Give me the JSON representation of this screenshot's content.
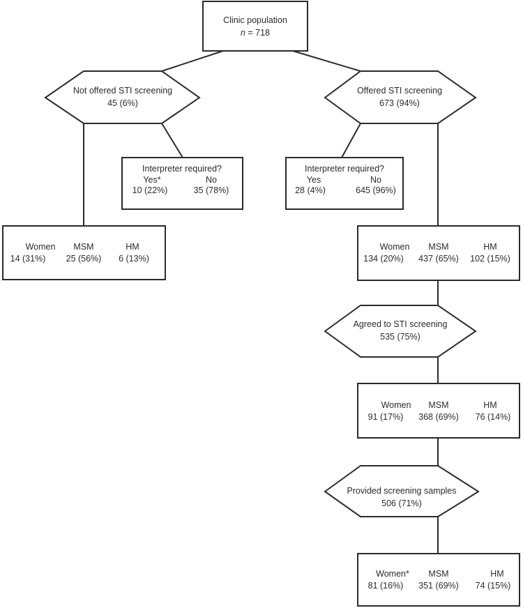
{
  "root": {
    "title": "Clinic population",
    "n_prefix": "n",
    "n_value": " = 718"
  },
  "not_offered": {
    "label": "Not offered STI screening",
    "count": "45 (6%)"
  },
  "offered": {
    "label": "Offered STI screening",
    "count": "673 (94%)"
  },
  "interp_left": {
    "title": "Interpreter required?",
    "yes_label": "Yes*",
    "no_label": "No",
    "yes_value": "10 (22%)",
    "no_value": "35 (78%)"
  },
  "interp_right": {
    "title": "Interpreter required?",
    "yes_label": "Yes",
    "no_label": "No",
    "yes_value": "28 (4%)",
    "no_value": "645 (96%)"
  },
  "demo_left": {
    "women_label": "Women",
    "msm_label": "MSM",
    "hm_label": "HM",
    "women": "14 (31%)",
    "msm": "25 (56%)",
    "hm": "6 (13%)"
  },
  "demo_right": {
    "women_label": "Women",
    "msm_label": "MSM",
    "hm_label": "HM",
    "women": "134 (20%)",
    "msm": "437 (65%)",
    "hm": "102 (15%)"
  },
  "agreed": {
    "label": "Agreed to STI screening",
    "count": "535 (75%)"
  },
  "demo_agreed": {
    "women_label": "Women",
    "msm_label": "MSM",
    "hm_label": "HM",
    "women": "91 (17%)",
    "msm": "368 (69%)",
    "hm": "76 (14%)"
  },
  "provided": {
    "label": "Provided screening samples",
    "count": "506 (71%)"
  },
  "demo_provided": {
    "women_label": "Women*",
    "msm_label": "MSM",
    "hm_label": "HM",
    "women": "81 (16%)",
    "msm": "351 (69%)",
    "hm": "74 (15%)"
  }
}
